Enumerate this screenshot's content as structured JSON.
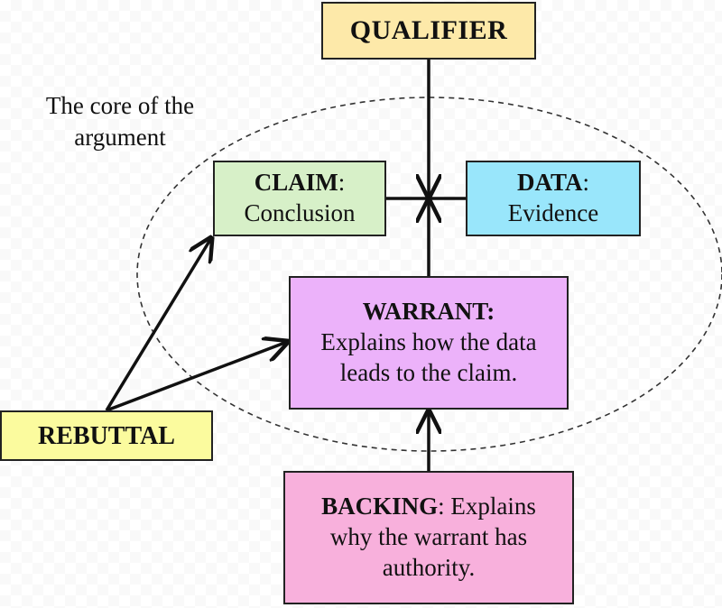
{
  "colors": {
    "qualifier": "#fde9a9",
    "claim": "#d7f0c8",
    "data": "#99e6fb",
    "warrant": "#ecb2fa",
    "rebuttal": "#fbfb9e",
    "backing": "#f8b0dc",
    "line": "#111111"
  },
  "core_label": {
    "line1": "The core of the",
    "line2": "argument"
  },
  "qualifier": {
    "title": "QUALIFIER"
  },
  "claim": {
    "title": "CLAIM",
    "sep": ":",
    "text": "Conclusion"
  },
  "data": {
    "title": "DATA",
    "sep": ":",
    "text": "Evidence"
  },
  "warrant": {
    "title": "WARRANT:",
    "line1": "Explains how the data",
    "line2": "leads to the claim."
  },
  "rebuttal": {
    "title": "REBUTTAL"
  },
  "backing": {
    "title": "BACKING",
    "sep": ": Explains",
    "line2": "why the warrant has",
    "line3": "authority."
  }
}
